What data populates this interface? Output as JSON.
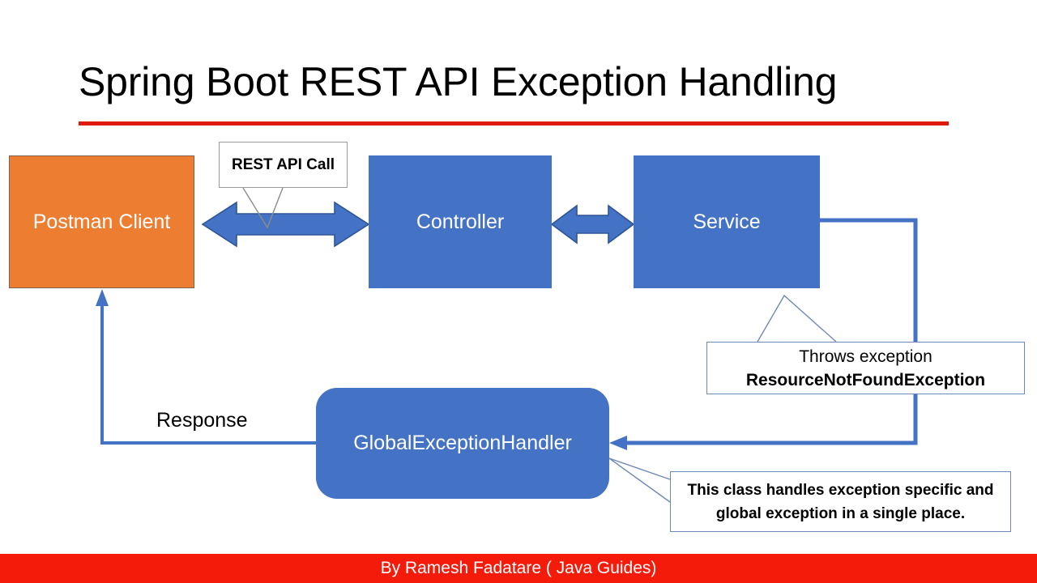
{
  "slide": {
    "title": "Spring Boot REST API Exception Handling",
    "accent_rule_color": "#E01A0C",
    "background": "#ffffff"
  },
  "palette": {
    "orange": "#ED7D31",
    "blue": "#4472C4",
    "arrow_blue": "#4472C4",
    "arrow_outline": "#2E5496",
    "connector_blue": "#4472C4",
    "callout_border": "#6E89B8",
    "footer_red": "#F41B0B",
    "text_white": "#FFFFFF",
    "text_black": "#000000"
  },
  "nodes": [
    {
      "id": "postman",
      "label": "Postman Client",
      "shape": "rectangle",
      "fill": "#ED7D31"
    },
    {
      "id": "controller",
      "label": "Controller",
      "shape": "rectangle",
      "fill": "#4472C4"
    },
    {
      "id": "service",
      "label": "Service",
      "shape": "rectangle",
      "fill": "#4472C4"
    },
    {
      "id": "handler",
      "label": "GlobalExceptionHandler",
      "shape": "rounded-rectangle",
      "fill": "#4472C4"
    }
  ],
  "callouts": {
    "rest_api_call": {
      "text": "REST API Call"
    },
    "throws_exception": {
      "line1": "Throws exception",
      "line2": "ResourceNotFoundException"
    },
    "global_handler_note": {
      "line1": "This class handles exception specific and",
      "line2": "global exception in a single place."
    }
  },
  "edges": [
    {
      "id": "postman-controller",
      "label": "",
      "style": "double-headed-block-arrow"
    },
    {
      "id": "controller-service",
      "label": "",
      "style": "double-headed-block-arrow"
    },
    {
      "id": "service-handler",
      "label": "",
      "style": "elbow-arrow"
    },
    {
      "id": "handler-postman",
      "label": "Response",
      "style": "elbow-arrow"
    }
  ],
  "labels": {
    "response": "Response"
  },
  "footer": {
    "credit": "By Ramesh Fadatare ( Java Guides)"
  }
}
